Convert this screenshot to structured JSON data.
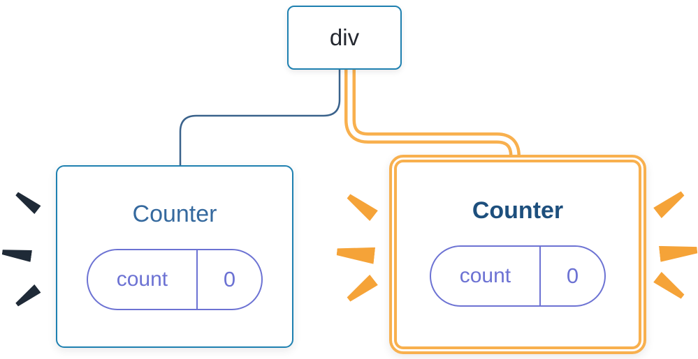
{
  "diagram": {
    "root": {
      "label": "div"
    },
    "counters": [
      {
        "title": "Counter",
        "state_key": "count",
        "state_value": "0",
        "highlighted": false
      },
      {
        "title": "Counter",
        "state_key": "count",
        "state_value": "0",
        "highlighted": true
      }
    ]
  },
  "colors": {
    "node_border_blue": "#1e80b0",
    "connector_blue": "#3a628b",
    "highlight_orange": "#f8b04e",
    "spark_orange": "#f5a338",
    "spark_dark": "#1f2a37",
    "state_purple": "#6c72d3",
    "title_left_blue": "#35699e",
    "title_right_navy": "#1d4f7d",
    "root_text_dark": "#23272f"
  }
}
